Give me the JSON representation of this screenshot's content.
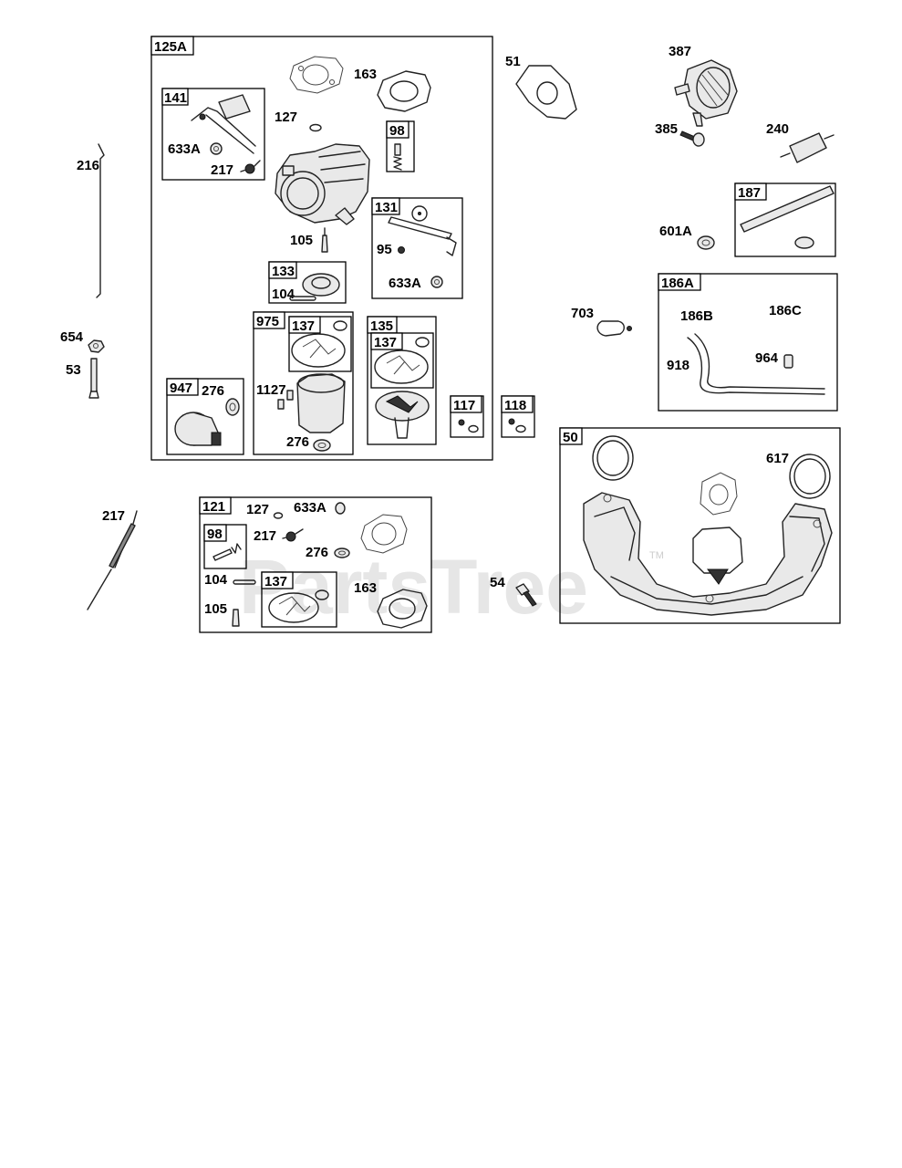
{
  "watermark": {
    "text": "PartsTree",
    "tm": "TM"
  },
  "boxes": {
    "b125A": "125A",
    "b141": "141",
    "b98a": "98",
    "b131": "131",
    "b133": "133",
    "b975": "975",
    "b137a": "137",
    "b135": "135",
    "b137b": "137",
    "b947": "947",
    "b117": "117",
    "b118": "118",
    "b121": "121",
    "b98b": "98",
    "b137c": "137",
    "b187": "187",
    "b186A": "186A",
    "b50": "50"
  },
  "labels": {
    "l163a": "163",
    "l127a": "127",
    "l633Aa": "633A",
    "l217a": "217",
    "l105a": "105",
    "l95": "95",
    "l633Ab": "633A",
    "l104a": "104",
    "l1127": "1127",
    "l276a": "276",
    "l276b": "276",
    "l216": "216",
    "l654": "654",
    "l53": "53",
    "l217b": "217",
    "l127b": "127",
    "l633Ac": "633A",
    "l217c": "217",
    "l276c": "276",
    "l104b": "104",
    "l163b": "163",
    "l105b": "105",
    "l51": "51",
    "l387": "387",
    "l385": "385",
    "l240": "240",
    "l601A": "601A",
    "l703": "703",
    "l186B": "186B",
    "l186C": "186C",
    "l918": "918",
    "l964": "964",
    "l617": "617",
    "l54": "54"
  }
}
